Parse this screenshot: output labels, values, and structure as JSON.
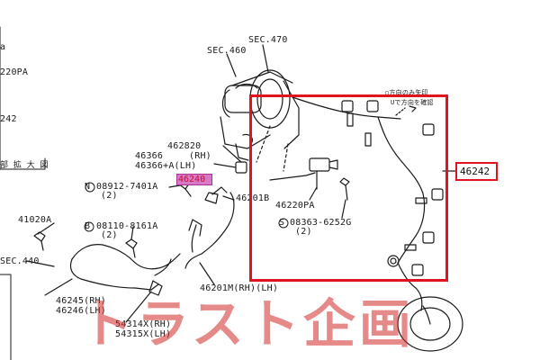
{
  "left_cut_labels": [
    "a",
    "220PA",
    "242",
    "部 拡 大 図"
  ],
  "sections": {
    "sec460": "SEC.460",
    "sec470": "SEC.470",
    "sec440": "SEC.440"
  },
  "note_jp": {
    "line1": "○方向のみ矢印",
    "line2": "Uで方向を確認"
  },
  "parts": {
    "p462820": "462820",
    "p46366": "46366",
    "p46366_rh": "(RH)",
    "p46366a": "46366+A(LH)",
    "p08912": "08912-7401A",
    "p08912_qty": "(2)",
    "highlighted": "46240",
    "p46201b": "46201B",
    "p46220pa": "46220PA",
    "p08363": "08363-6252G",
    "p08363_qty": "(2)",
    "p41020a": "41020A",
    "p08110": "08110-8161A",
    "p08110_qty": "(2)",
    "p46245": "46245(RH)",
    "p46246": "46246(LH)",
    "p46201m": "46201M(RH)(LH)",
    "p54314": "54314X(RH)",
    "p54315": "54315X(LH)",
    "callout": "46242"
  },
  "circle_N": "N",
  "circle_B": "B",
  "circle_S": "S",
  "watermark": "トラスト企画",
  "colors": {
    "callout_red": "#e0141e",
    "highlight_pink": "#d679c8",
    "watermark_red": "#d22828"
  }
}
